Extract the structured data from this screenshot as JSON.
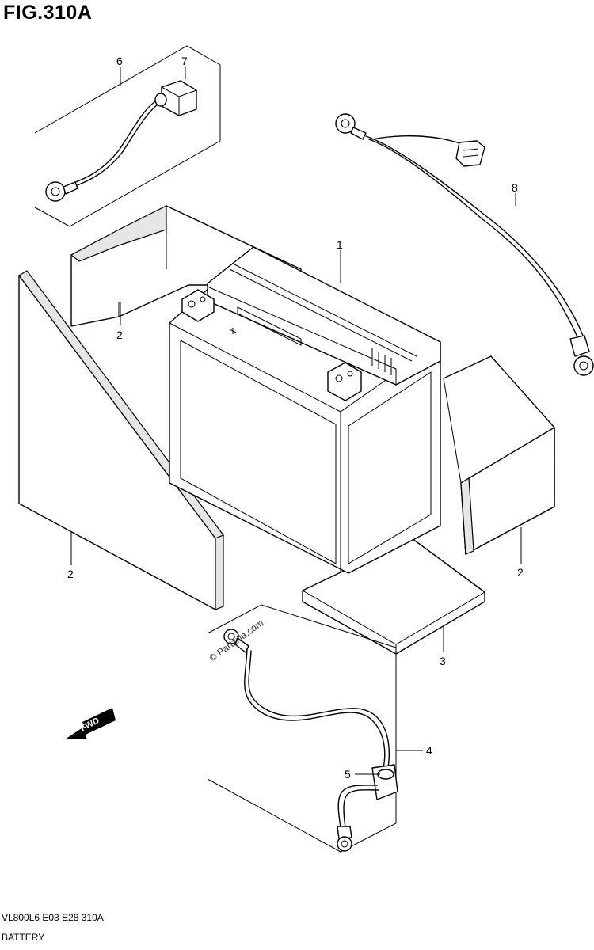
{
  "figure": {
    "title": "FIG.310A",
    "code": "VL800L6  E03  E28  310A",
    "name": "BATTERY"
  },
  "watermark": "© Partzilla.com",
  "fwd_label": "FWD",
  "callouts": {
    "c1": "1",
    "c2a": "2",
    "c2b": "2",
    "c2c": "2",
    "c3": "3",
    "c4": "4",
    "c5": "5",
    "c6": "6",
    "c7": "7",
    "c8": "8"
  }
}
